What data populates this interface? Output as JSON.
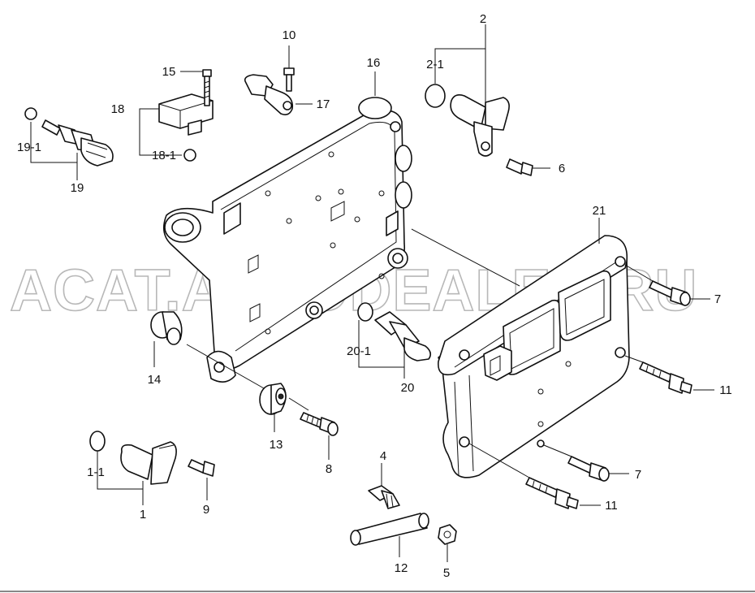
{
  "watermark": "ACAT.AUTODEALER.RU",
  "callouts": {
    "c1": "1",
    "c1_1": "1-1",
    "c2": "2",
    "c2_1": "2-1",
    "c4": "4",
    "c5": "5",
    "c6": "6",
    "c7a": "7",
    "c7b": "7",
    "c8": "8",
    "c9": "9",
    "c10": "10",
    "c11a": "11",
    "c11b": "11",
    "c12": "12",
    "c13": "13",
    "c14": "14",
    "c15": "15",
    "c16": "16",
    "c17": "17",
    "c18": "18",
    "c18_1": "18-1",
    "c19": "19",
    "c19_1": "19-1",
    "c20": "20",
    "c20_1": "20-1",
    "c21": "21"
  }
}
